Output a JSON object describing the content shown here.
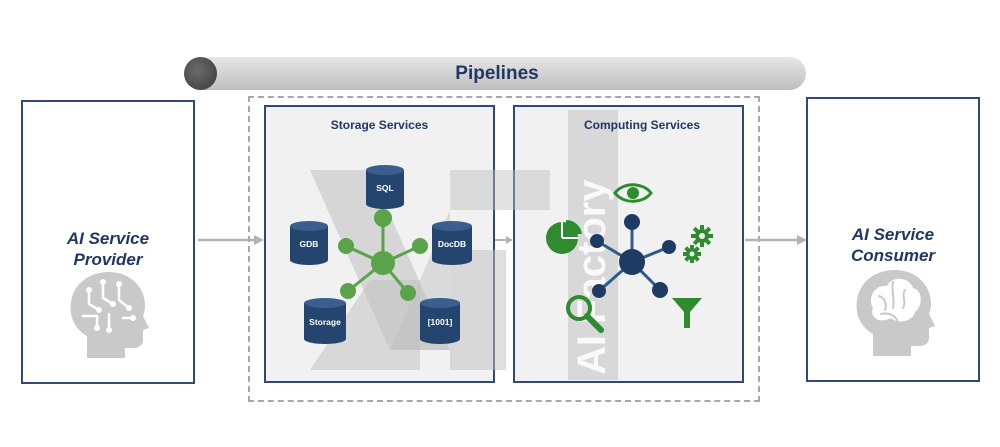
{
  "pipeline": {
    "label": "Pipelines"
  },
  "provider": {
    "line1": "AI Service",
    "line2": "Provider",
    "icon": "brain-circuit-head-icon"
  },
  "consumer": {
    "line1": "AI Service",
    "line2": "Consumer",
    "icon": "brain-head-icon"
  },
  "storage": {
    "title": "Storage Services",
    "databases": [
      "SQL",
      "GDB",
      "DocDB",
      "Storage",
      "[1001]"
    ]
  },
  "computing": {
    "title": "Computing Services",
    "icons": [
      "pie-chart-icon",
      "eye-icon",
      "gears-icon",
      "magnifier-icon",
      "filter-icon"
    ]
  },
  "watermark": {
    "text": "AI Factory"
  },
  "colors": {
    "navy": "#1f3864",
    "db_blue": "#23456e",
    "network_green": "#5aa34a",
    "icon_green": "#2e8b2e",
    "hub_navy": "#1f3a63"
  }
}
